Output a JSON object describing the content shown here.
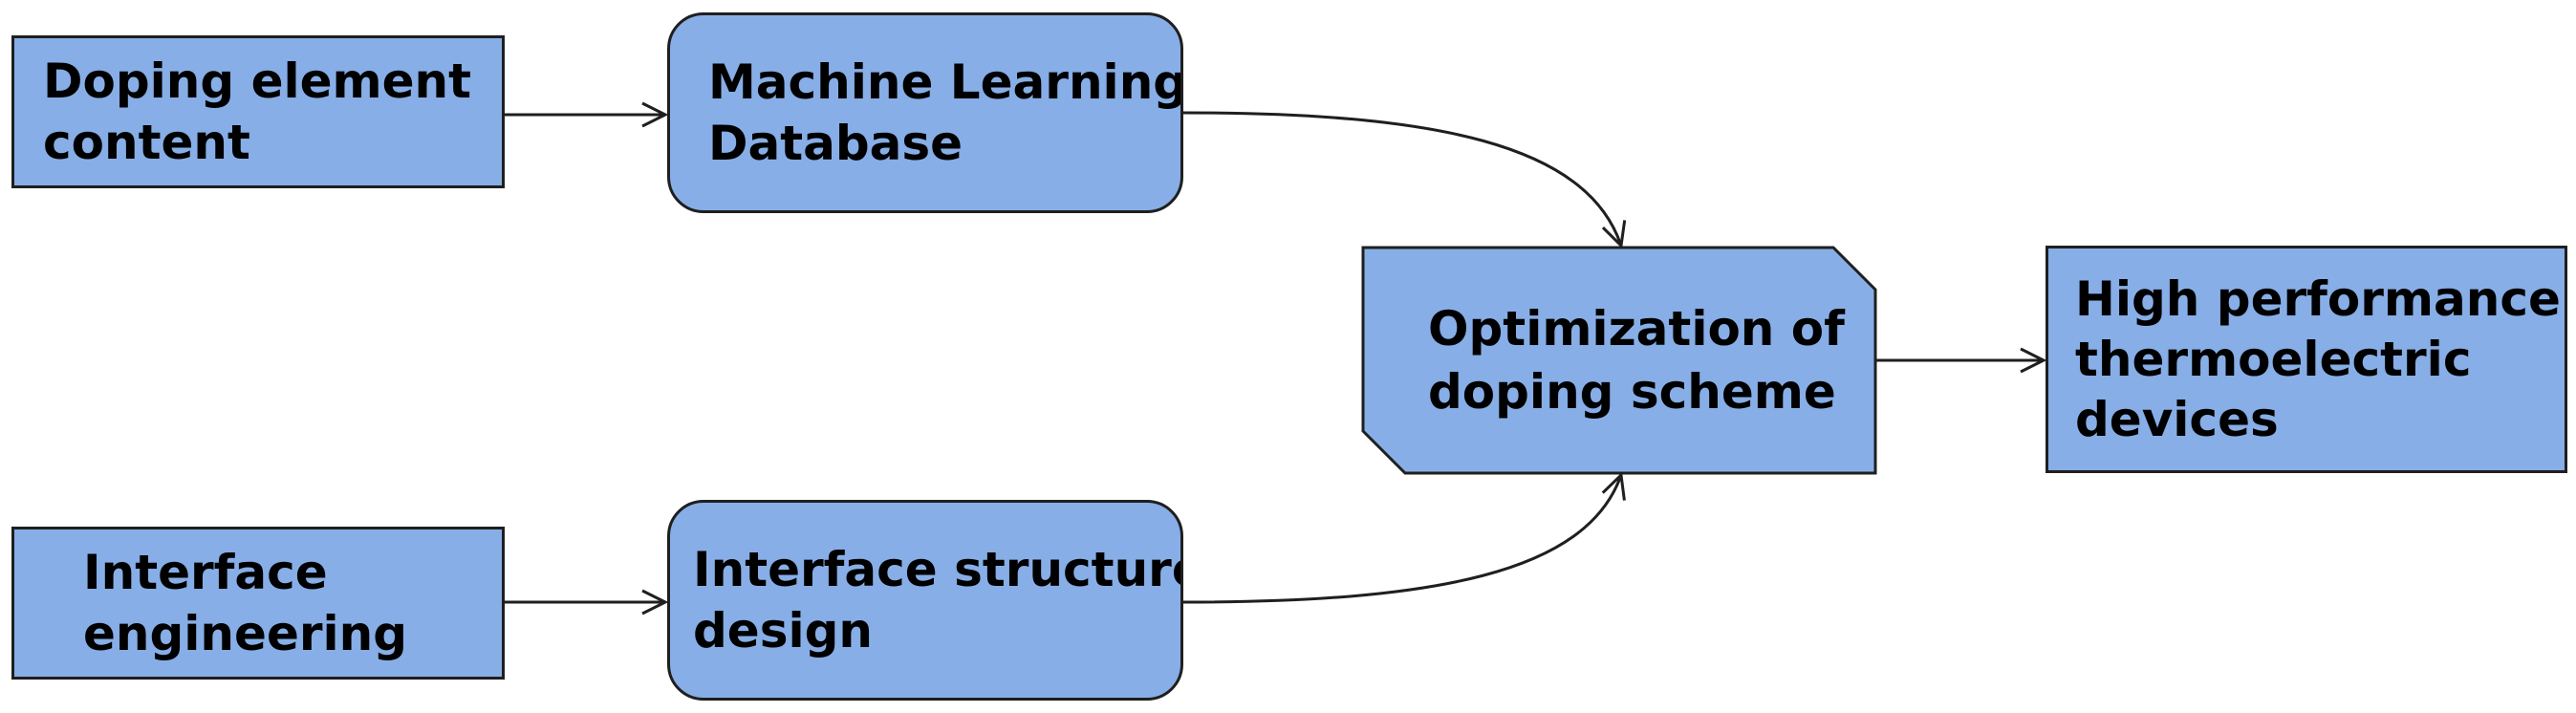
{
  "nodes": {
    "doping_element_content": {
      "line1": "Doping element",
      "line2": "content"
    },
    "machine_learning_database": {
      "line1": "Machine Learning",
      "line2": "Database"
    },
    "interface_engineering": {
      "line1": "Interface",
      "line2": "engineering"
    },
    "interface_structure_design": {
      "line1": "Interface structure",
      "line2": "design"
    },
    "optimization_of_doping_scheme": {
      "line1": "Optimization of",
      "line2": "doping scheme"
    },
    "high_performance_devices": {
      "line1": "High performance",
      "line2": "thermoelectric",
      "line3": "devices"
    }
  },
  "colors": {
    "box_fill": "#87aee6",
    "box_border": "#1f1f1f",
    "arrow": "#1f1f1f"
  }
}
